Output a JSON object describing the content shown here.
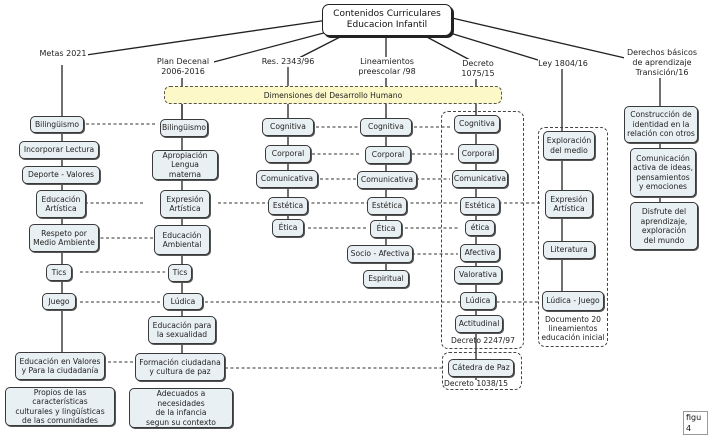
{
  "root": {
    "title": "Contenidos Curriculares\nEducacion Infantil"
  },
  "branches": {
    "metas": "Metas 2021",
    "plan": "Plan Decenal\n2006-2016",
    "res": "Res. 2343/96",
    "lineamientos": "Lineamientos\npreescolar /98",
    "decreto": "Decreto 1075/15",
    "ley": "Ley 1804/16",
    "derechos": "Derechos básicos\nde aprendizaje\nTransición/16"
  },
  "banner": "Dimensiones del Desarrollo Humano",
  "metas_nodes": [
    "Bilingüismo",
    "Incorporar Lectura",
    "Deporte - Valores",
    "Educación\nArtística",
    "Respeto por\nMedio Ambiente",
    "Tics",
    "Juego",
    "Educación en Valores\ny Para la ciudadanía",
    "Propios de las características\nculturales y lingüísticas\nde las comunidades"
  ],
  "plan_nodes": [
    "Bilingüismo",
    "Apropiación\nLengua materna",
    "Expresión\nArtística",
    "Educación\nAmbiental",
    "Tics",
    "Lúdica",
    "Educación para\nla sexualidad",
    "Formación ciudadana\ny cultura de paz",
    "Adecuados a necesidades\nde la infancia\nsegun su contexto"
  ],
  "res_nodes": [
    "Cognitiva",
    "Corporal",
    "Comunicativa",
    "Estética",
    "Ética"
  ],
  "lin_nodes": [
    "Cognitiva",
    "Corporal",
    "Comunicativa",
    "Estética",
    "Ética",
    "Socio - Afectiva",
    "Espiritual"
  ],
  "dec_nodes": [
    "Cognitiva",
    "Corporal",
    "Comunicativa",
    "Estética",
    "ética",
    "Afectiva",
    "Valorativa",
    "Lúdica",
    "Actitudinal"
  ],
  "dec_caption": "Decreto 2247/97",
  "catedra": {
    "node": "Cátedra de Paz",
    "caption": "Decreto 1038/15"
  },
  "ley_nodes": [
    "Exploración\ndel medio",
    "Expresión\nArtística",
    "Literatura",
    "Lúdica - Juego"
  ],
  "ley_caption": "Documento 20\nlineamientos\neducación inicial",
  "derechos_nodes": [
    "Construcción de\nidentidad en la\nrelación con otros",
    "Comunicación\nactiva de ideas,\npensamientos\ny emociones",
    "Disfrute del\naprendizaje,\nexploración\ndel mundo"
  ],
  "figure_label": "figu 4"
}
